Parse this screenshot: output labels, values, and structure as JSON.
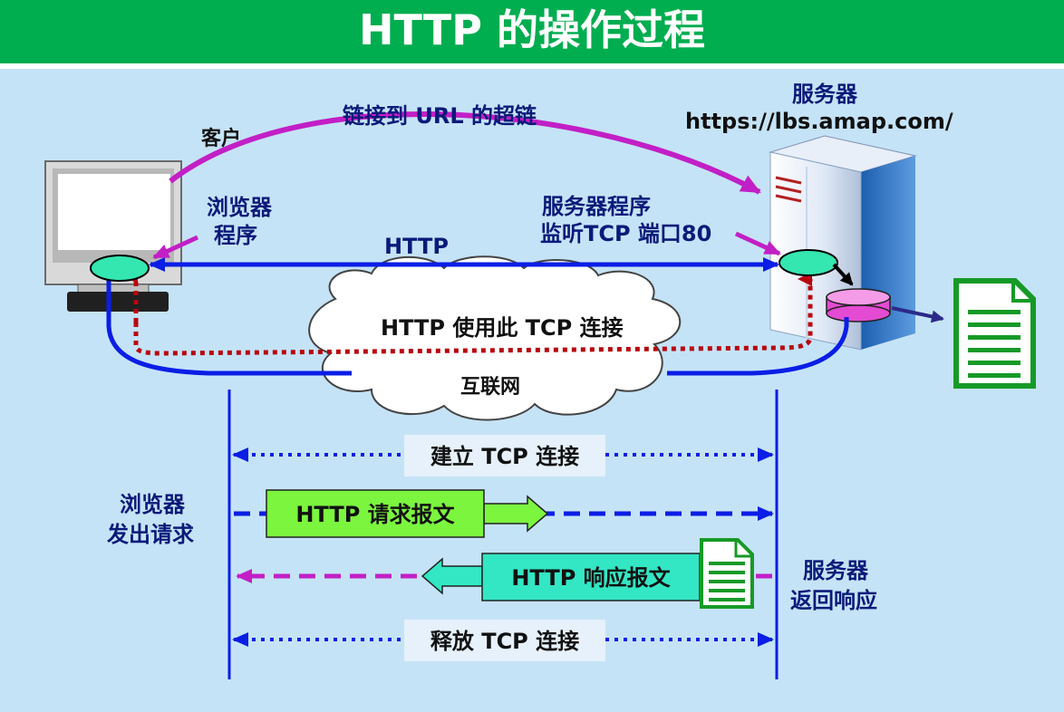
{
  "title": "HTTP 的操作过程",
  "labels": {
    "client": "客户",
    "link": "链接到 URL 的超链",
    "server": "服务器",
    "server_url": "https://lbs.amap.com/",
    "browser_program_1": "浏览器",
    "browser_program_2": "程序",
    "server_program_1": "服务器程序",
    "server_program_2": "监听TCP 端口80",
    "http": "HTTP",
    "tcp_use": "HTTP 使用此 TCP 连接",
    "internet": "互联网",
    "establish_tcp": "建立 TCP 连接",
    "browser_request_1": "浏览器",
    "browser_request_2": "发出请求",
    "http_request": "HTTP 请求报文",
    "http_response": "HTTP 响应报文",
    "server_response_1": "服务器",
    "server_response_2": "返回响应",
    "release_tcp": "释放 TCP 连接"
  },
  "colors": {
    "title_bar": "#00ad4f",
    "background": "#c5e3f6",
    "arrow_blue": "#0a1ee6",
    "arrow_magenta": "#c21fc6",
    "dotted_red": "#b8060f",
    "request_box": "#7cf53f",
    "response_box": "#33e6c4",
    "document_green": "#169a27"
  },
  "icons": {
    "client": "computer-monitor-icon",
    "server": "server-tower-icon",
    "document": "document-icon",
    "cloud": "cloud-icon"
  }
}
